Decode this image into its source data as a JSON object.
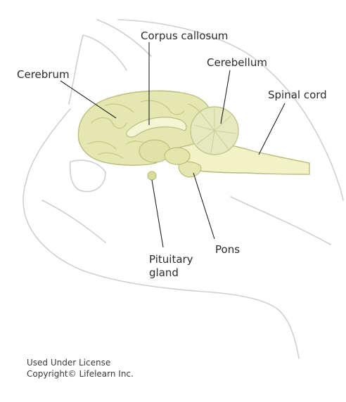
{
  "labels": {
    "corpus_callosum": "Corpus callosum",
    "cerebrum": "Cerebrum",
    "cerebellum": "Cerebellum",
    "spinal_cord": "Spinal cord",
    "pituitary_gland": "Pituitary\ngland",
    "pons": "Pons"
  },
  "credit": {
    "line1": "Used Under License",
    "line2": "Copyright© Lifelearn Inc."
  },
  "colors": {
    "brain_fill": "#e4e8b0",
    "brain_stroke": "#b9bd7e",
    "stem_fill": "#f1f3c6",
    "outline": "#c9c9c9",
    "leader": "#222222"
  }
}
